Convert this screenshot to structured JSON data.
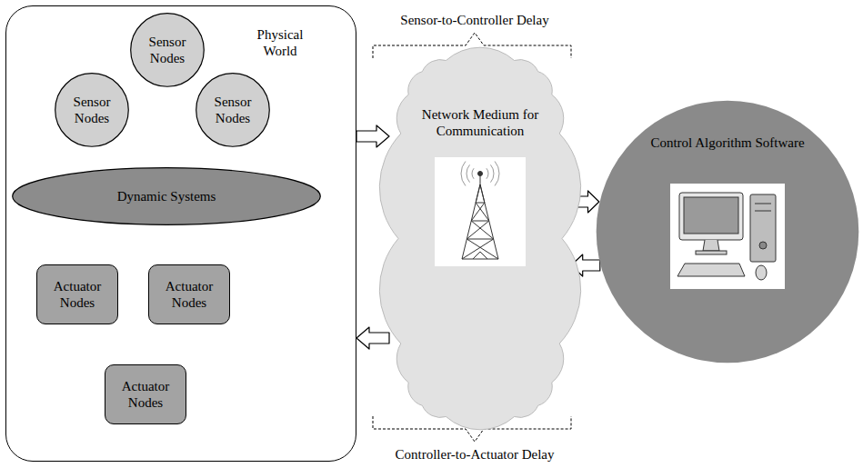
{
  "diagram": {
    "nodes": [
      {
        "text": [
          "Physical World"
        ]
      },
      {
        "text": [
          "Sensor Nodes"
        ],
        "in": 0
      },
      {
        "text": [
          "Sensor Nodes"
        ],
        "in": 0
      },
      {
        "text": [
          "Sensor Nodes"
        ],
        "in": 0
      },
      {
        "text": [
          "Dynamic Systems"
        ],
        "in": 0
      },
      {
        "text": [
          "Actuator Nodes"
        ],
        "in": 0
      },
      {
        "text": [
          "Actuator Nodes"
        ],
        "in": 0
      },
      {
        "text": [
          "Actuator Nodes"
        ],
        "in": 0
      },
      {
        "text": [
          "Network Medium for Communication"
        ]
      },
      {
        "text": [
          "Control Algorithm Software"
        ]
      }
    ],
    "edges": [
      {
        "from": 5,
        "to": 4,
        "arrow": "to"
      },
      {
        "from": 6,
        "to": 4,
        "arrow": "to"
      },
      {
        "from": 4,
        "to": 2,
        "arrow": "to"
      },
      {
        "from": 4,
        "to": 3,
        "arrow": "to"
      },
      {
        "from": 0,
        "to": 8,
        "arrow": "to"
      },
      {
        "from": 8,
        "to": 9,
        "arrow": "to"
      },
      {
        "from": 9,
        "to": 8,
        "arrow": "to"
      },
      {
        "from": 8,
        "to": 0,
        "arrow": "to"
      }
    ],
    "labels": [
      "Sensor-to-Controller Delay",
      "Controller-to-Actuator Delay"
    ]
  }
}
